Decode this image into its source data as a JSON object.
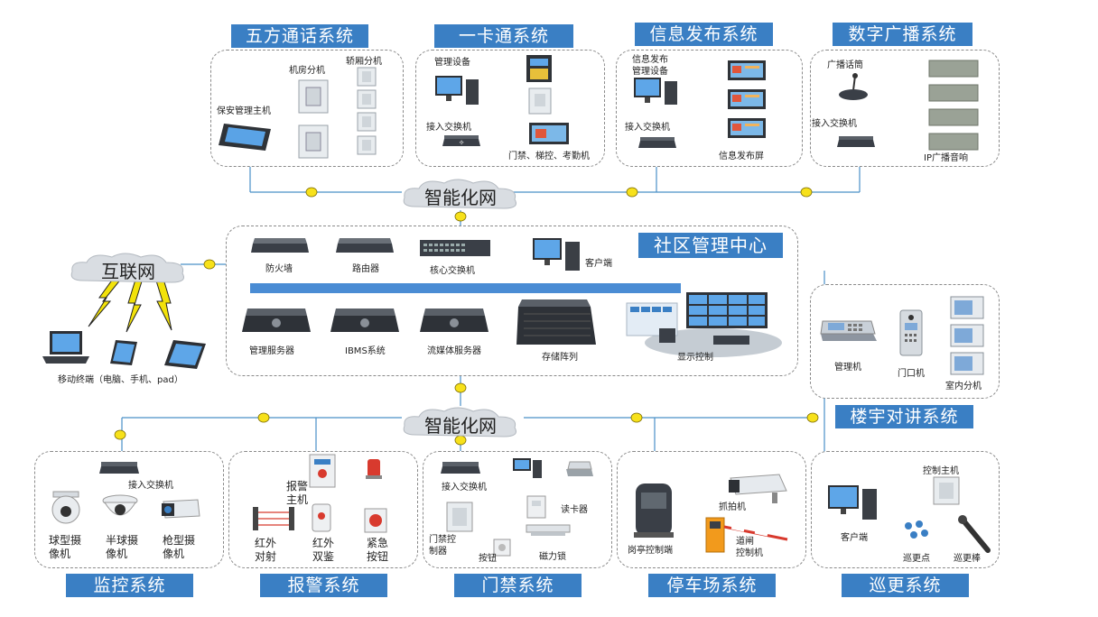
{
  "clouds": {
    "top": "智能化网",
    "middle": "智能化网",
    "internet": "互联网"
  },
  "systems": {
    "wufang": {
      "title": "五方通话系统",
      "machine_room": "机房分机",
      "car": "轿厢分机",
      "guard_host": "保安管理主机"
    },
    "yikatong": {
      "title": "一卡通系统",
      "mgmt": "管理设备",
      "switch": "接入交换机",
      "doors": "门禁、梯控、考勤机"
    },
    "xinxi": {
      "title": "信息发布系统",
      "mgmt": "信息发布\n管理设备",
      "switch": "接入交换机",
      "screen": "信息发布屏"
    },
    "guangbo": {
      "title": "数字广播系统",
      "mic": "广播话筒",
      "switch": "接入交换机",
      "speaker": "IP广播音响"
    },
    "center": {
      "title": "社区管理中心",
      "firewall": "防火墙",
      "router": "路由器",
      "core_switch": "核心交换机",
      "client": "客户端",
      "mgmt_server": "管理服务器",
      "ibms": "IBMS系统",
      "stream_server": "流媒体服务器",
      "storage": "存储阵列",
      "display": "显示控制"
    },
    "mobile": {
      "label": "移动终端（电脑、手机、pad）"
    },
    "louyu": {
      "title": "楼宇对讲系统",
      "mgmt": "管理机",
      "door": "门口机",
      "indoor": "室内分机"
    },
    "jiankong": {
      "title": "监控系统",
      "switch": "接入交换机",
      "dome": "球型摄\n像机",
      "half_dome": "半球摄\n像机",
      "bullet": "枪型摄\n像机"
    },
    "baojing": {
      "title": "报警系统",
      "host": "报警\n主机",
      "ir_beam": "红外\n对射",
      "ir_dual": "红外\n双鉴",
      "emergency": "紧急\n按钮"
    },
    "menjin": {
      "title": "门禁系统",
      "switch": "接入交换机",
      "controller": "门禁控\n制器",
      "reader": "读卡器",
      "button": "按钮",
      "lock": "磁力锁"
    },
    "tingche": {
      "title": "停车场系统",
      "booth": "岗亭控制端",
      "capture": "抓拍机",
      "gate": "道闸\n控制机"
    },
    "xungeng": {
      "title": "巡更系统",
      "host": "控制主机",
      "client": "客户端",
      "point": "巡更点",
      "stick": "巡更棒"
    }
  },
  "colors": {
    "title_bg": "#3a7fc4",
    "wire": "#4a90c8",
    "lightning": "#f2e20a",
    "device_dark": "#3a3f47"
  }
}
